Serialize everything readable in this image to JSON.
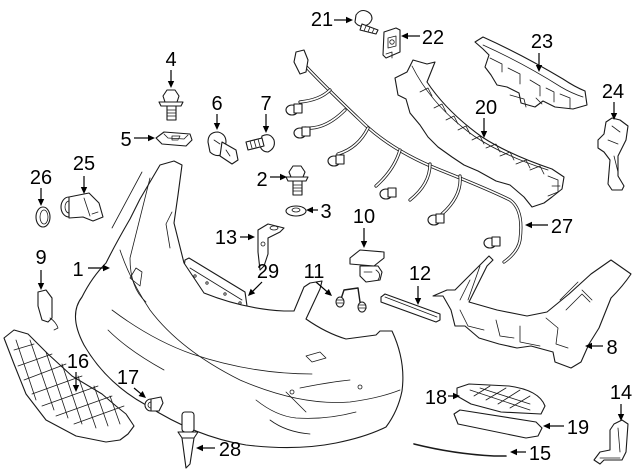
{
  "diagram": {
    "type": "exploded-parts-diagram",
    "subject": "front bumper assembly",
    "line_color": "#1a1a1a",
    "background": "#ffffff",
    "callouts": [
      {
        "number": "1",
        "part": "bumper-cover"
      },
      {
        "number": "2",
        "part": "bolt"
      },
      {
        "number": "3",
        "part": "washer"
      },
      {
        "number": "4",
        "part": "bolt"
      },
      {
        "number": "5",
        "part": "clip-nut"
      },
      {
        "number": "6",
        "part": "push-clip"
      },
      {
        "number": "7",
        "part": "retainer"
      },
      {
        "number": "8",
        "part": "bumper-bracket-side"
      },
      {
        "number": "9",
        "part": "bracket-small"
      },
      {
        "number": "10",
        "part": "mount-bracket"
      },
      {
        "number": "11",
        "part": "spring-clip"
      },
      {
        "number": "12",
        "part": "trim-strip"
      },
      {
        "number": "13",
        "part": "bracket"
      },
      {
        "number": "14",
        "part": "side-bracket"
      },
      {
        "number": "15",
        "part": "molding-strip"
      },
      {
        "number": "16",
        "part": "lower-grille"
      },
      {
        "number": "17",
        "part": "park-sensor-small"
      },
      {
        "number": "18",
        "part": "fog-lamp-grille"
      },
      {
        "number": "19",
        "part": "trim-molding"
      },
      {
        "number": "20",
        "part": "energy-absorber"
      },
      {
        "number": "21",
        "part": "screw"
      },
      {
        "number": "22",
        "part": "speed-nut"
      },
      {
        "number": "23",
        "part": "upper-absorber"
      },
      {
        "number": "24",
        "part": "guide-bracket"
      },
      {
        "number": "25",
        "part": "park-sensor"
      },
      {
        "number": "26",
        "part": "sensor-ring"
      },
      {
        "number": "27",
        "part": "wiring-harness"
      },
      {
        "number": "28",
        "part": "tow-eye"
      },
      {
        "number": "29",
        "part": "license-bracket"
      }
    ]
  }
}
